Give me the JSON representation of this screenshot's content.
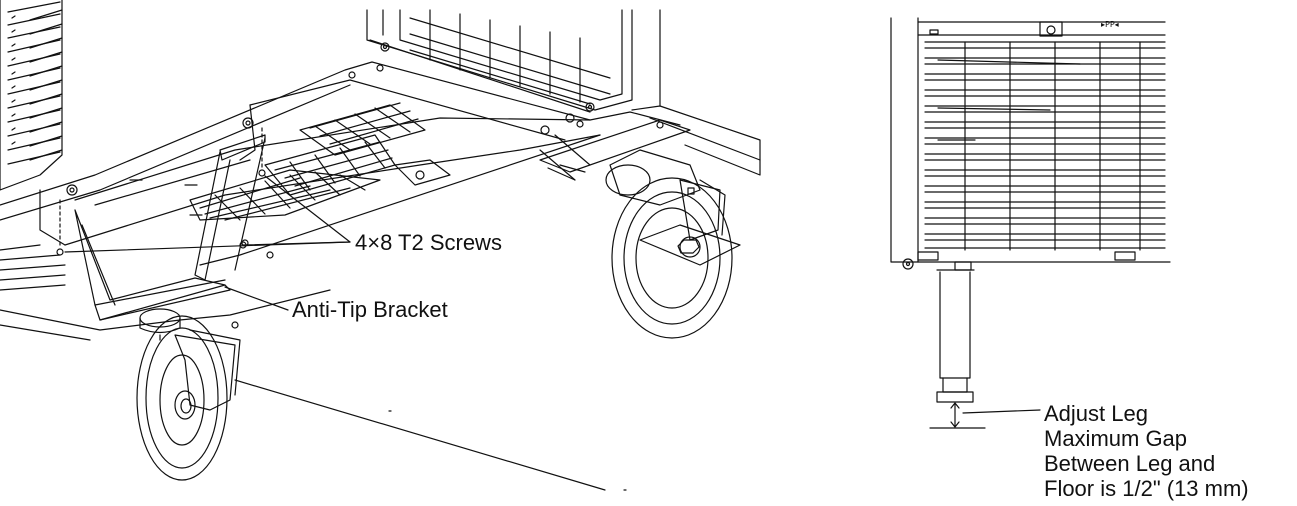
{
  "labels": {
    "screws": "4×8 T2 Screws",
    "bracket": "Anti-Tip Bracket",
    "leg": [
      "Adjust Leg",
      "Maximum Gap",
      "Between Leg and",
      "Floor is 1/2\" (13 mm)"
    ]
  },
  "panel_marking": "▸PP◂",
  "colors": {
    "line": "#111111",
    "background": "#ffffff"
  }
}
